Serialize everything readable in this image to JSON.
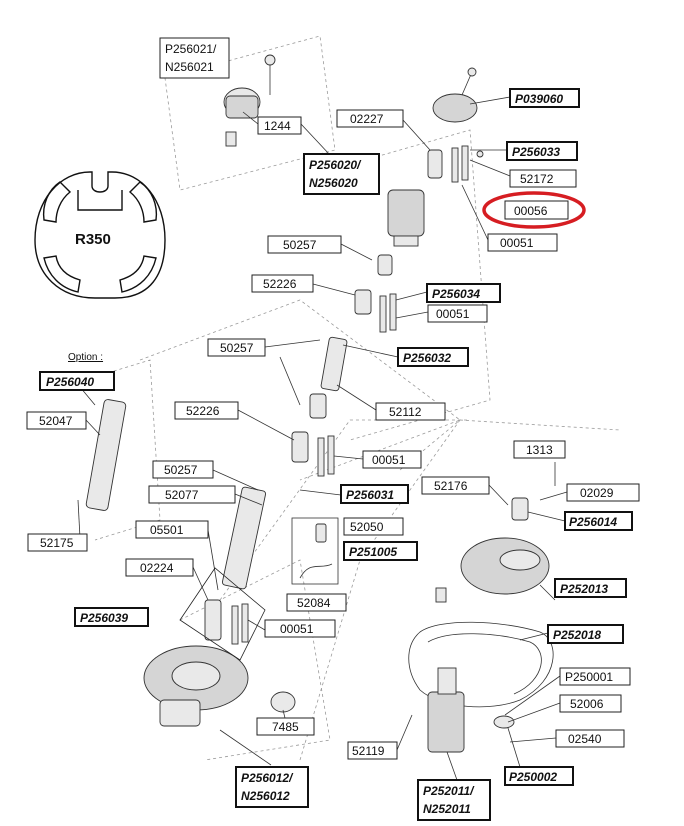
{
  "profile": {
    "label": "R350"
  },
  "option": {
    "label": "Option :"
  },
  "parts": {
    "p256021": "P256021/",
    "n256021": "N256021",
    "l1244": "1244",
    "p039060": "P039060",
    "l02227": "02227",
    "p256033": "P256033",
    "p256020": "P256020/",
    "n256020": "N256020",
    "l52172": "52172",
    "l00056": "00056",
    "l00051a": "00051",
    "l50257a": "50257",
    "l52226a": "52226",
    "p256034": "P256034",
    "l00051b": "00051",
    "l50257b": "50257",
    "p256032": "P256032",
    "p256040": "P256040",
    "l52047": "52047",
    "l52226b": "52226",
    "l52112": "52112",
    "l00051c": "00051",
    "l1313": "1313",
    "l50257c": "50257",
    "l52176": "52176",
    "l02029": "02029",
    "l52077": "52077",
    "p256031": "P256031",
    "p256014": "P256014",
    "l52175": "52175",
    "l05501": "05501",
    "l52050": "52050",
    "p251005": "P251005",
    "l02224": "02224",
    "p252013": "P252013",
    "p256039": "P256039",
    "l52084": "52084",
    "l00051d": "00051",
    "p252018": "P252018",
    "p250001": "P250001",
    "l52006": "52006",
    "l7485": "7485",
    "l02540": "02540",
    "l52119": "52119",
    "p250002": "P250002",
    "p256012": "P256012/",
    "n256012": "N256012",
    "p252011": "P252011/",
    "n252011": "N252011"
  },
  "highlight": {
    "color": "#d61d22",
    "target": "00056"
  }
}
